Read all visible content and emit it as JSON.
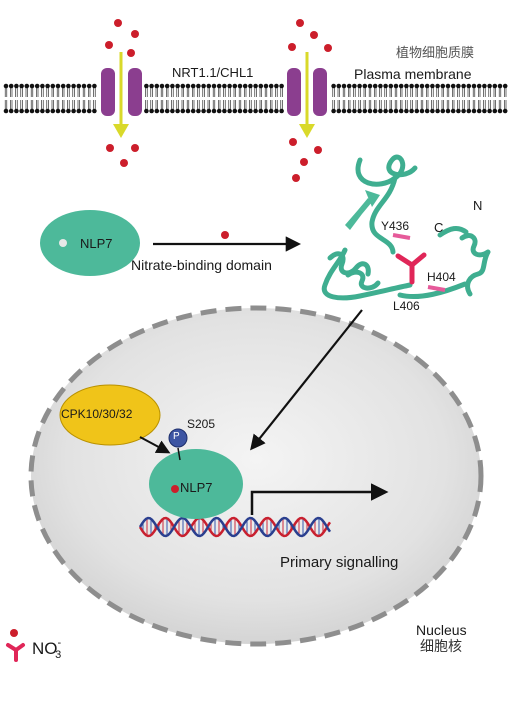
{
  "membrane": {
    "label_cn": "植物细胞质膜",
    "label_en": "Plasma membrane",
    "transporter_label": "NRT1.1/CHL1"
  },
  "nlp7_cytoplasm": {
    "label": "NLP7"
  },
  "arrow_label": "Nitrate-binding domain",
  "structure": {
    "residues": [
      "Y436",
      "H404",
      "L406"
    ],
    "c_terminus": "C",
    "n_terminus": "N"
  },
  "nucleus": {
    "nlp7_label": "NLP7",
    "kinase_label": "CPK10/30/32",
    "phospho_site": "S205",
    "phospho_symbol": "P",
    "signalling_label": "Primary signalling",
    "label_en": "Nucleus",
    "label_cn": "细胞核"
  },
  "legend": {
    "nitrate_base": "NO",
    "nitrate_sub": "3",
    "nitrate_sup": "-"
  },
  "colors": {
    "teal": "#4db99a",
    "transporter": "#8b3e8f",
    "nitrate_dot": "#cc1e2b",
    "pink_residue": "#e02658",
    "kinase": "#f0c419",
    "phospho": "#3d55a3",
    "arrow_yellow": "#d9d92a",
    "nucleus_fill": "#e6e6e6",
    "nucleus_border": "#8e8e8e"
  }
}
